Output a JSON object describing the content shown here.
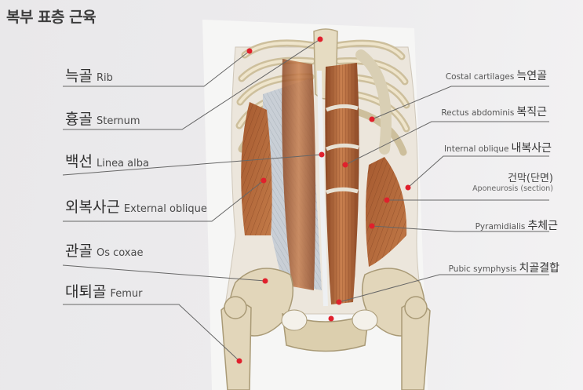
{
  "page": {
    "title": "복부 표층 근육"
  },
  "labels_left": [
    {
      "ko": "늑골",
      "en": "Rib"
    },
    {
      "ko": "흉골",
      "en": "Sternum"
    },
    {
      "ko": "백선",
      "en": "Linea alba"
    },
    {
      "ko": "외복사근",
      "en": "External oblique"
    },
    {
      "ko": "관골",
      "en": "Os coxae"
    },
    {
      "ko": "대퇴골",
      "en": "Femur"
    }
  ],
  "labels_right": [
    {
      "en": "Costal cartilages",
      "ko": "늑연골"
    },
    {
      "en": "Rectus abdominis",
      "ko": "복직근"
    },
    {
      "en": "Internal oblique",
      "ko": "내복사근"
    },
    {
      "ko": "건막(단면)",
      "en": "Aponeurosis (section)"
    },
    {
      "en": "Pyramidialis",
      "ko": "추체근"
    },
    {
      "en": "Pubic symphysis",
      "ko": "치골결합"
    }
  ],
  "colors": {
    "bone": "#e2d6ba",
    "muscle": "#b86a3c",
    "aponeurosis": "#c9cfd6",
    "marker": "#e0202c",
    "line": "#6a6a6a"
  }
}
